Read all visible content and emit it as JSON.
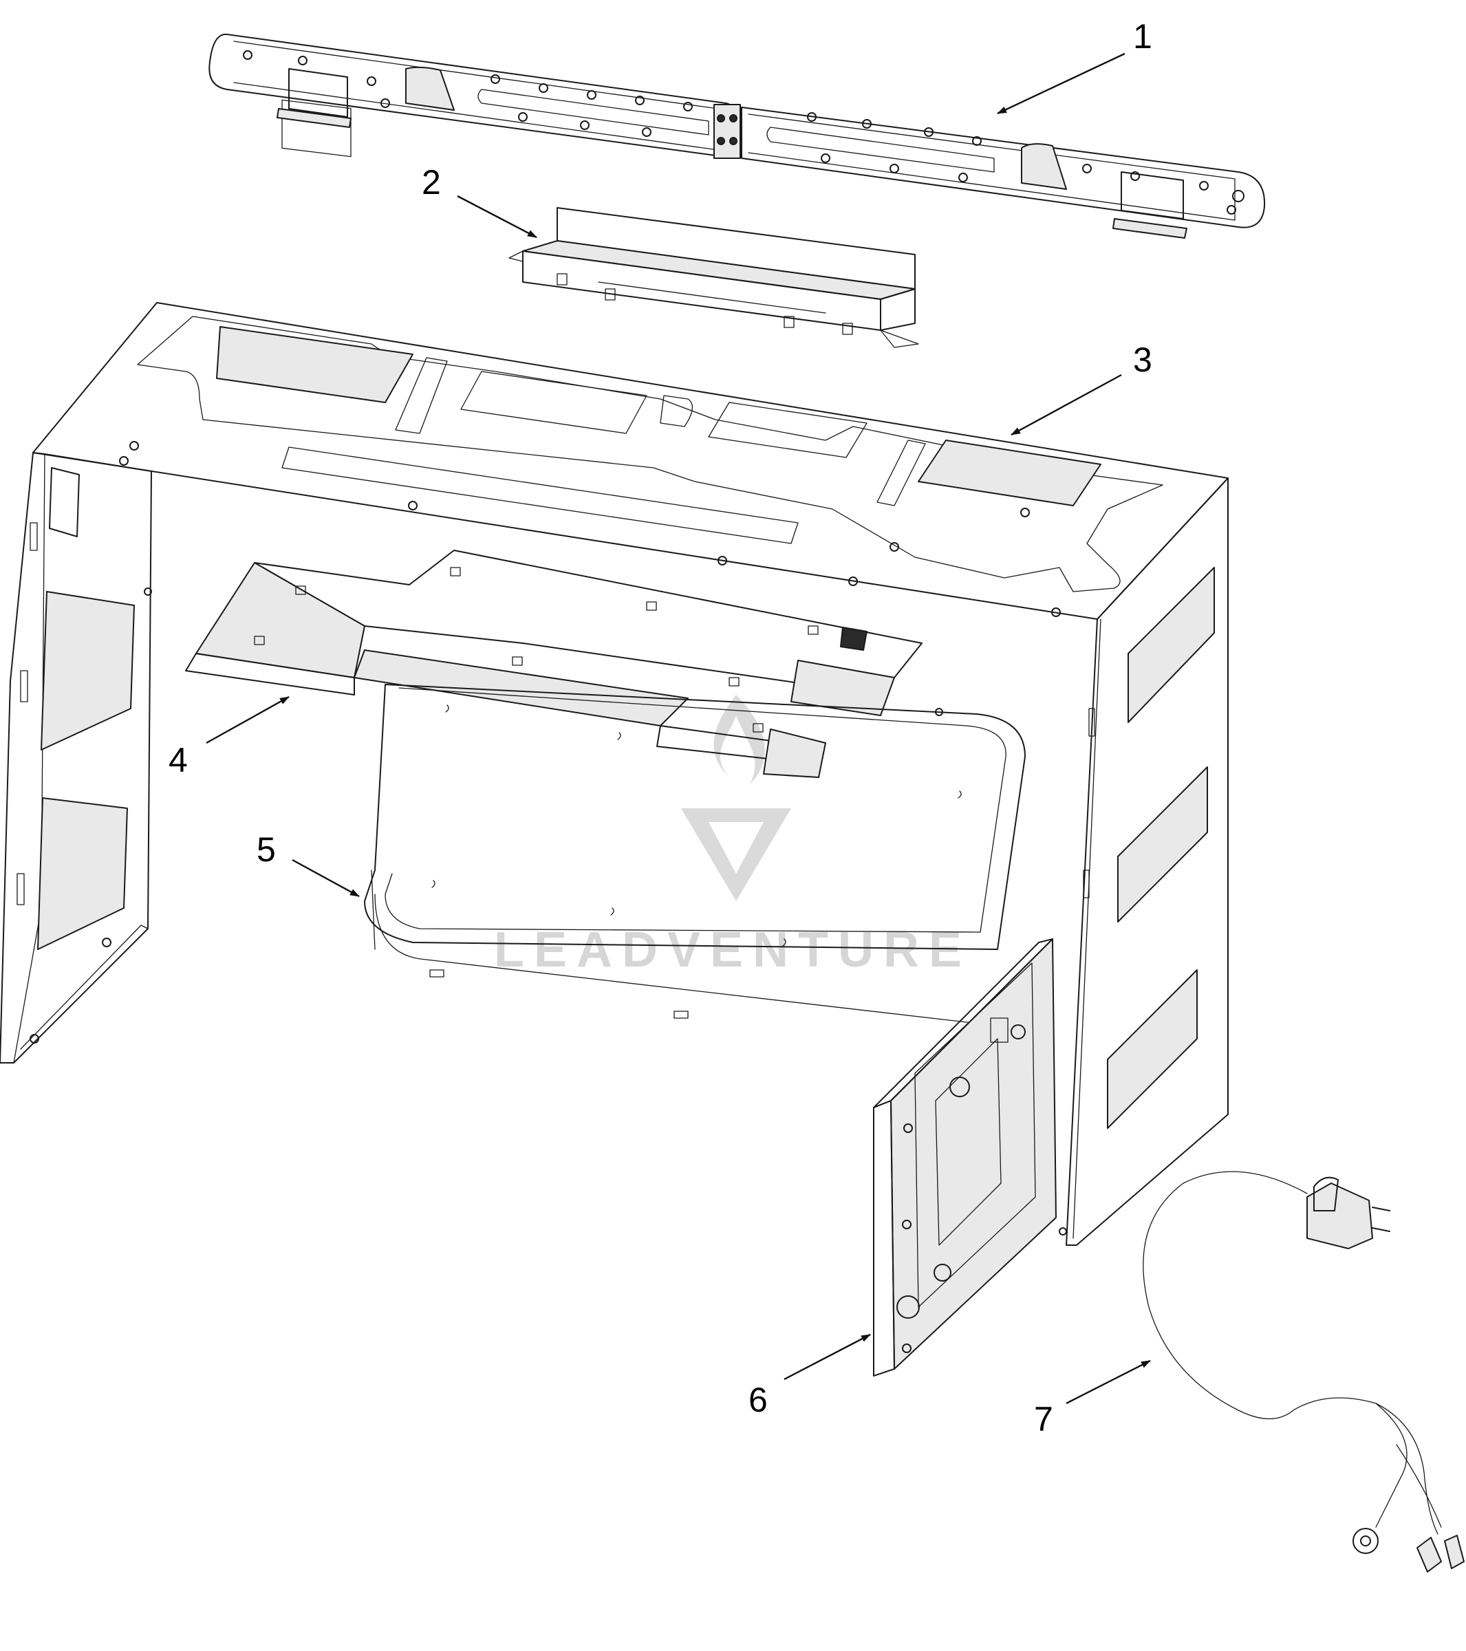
{
  "callouts": [
    {
      "id": 1,
      "label": "1"
    },
    {
      "id": 2,
      "label": "2"
    },
    {
      "id": 3,
      "label": "3"
    },
    {
      "id": 4,
      "label": "4"
    },
    {
      "id": 5,
      "label": "5"
    },
    {
      "id": 6,
      "label": "6"
    },
    {
      "id": 7,
      "label": "7"
    }
  ],
  "watermark": {
    "text": "LEADVENTURE"
  }
}
